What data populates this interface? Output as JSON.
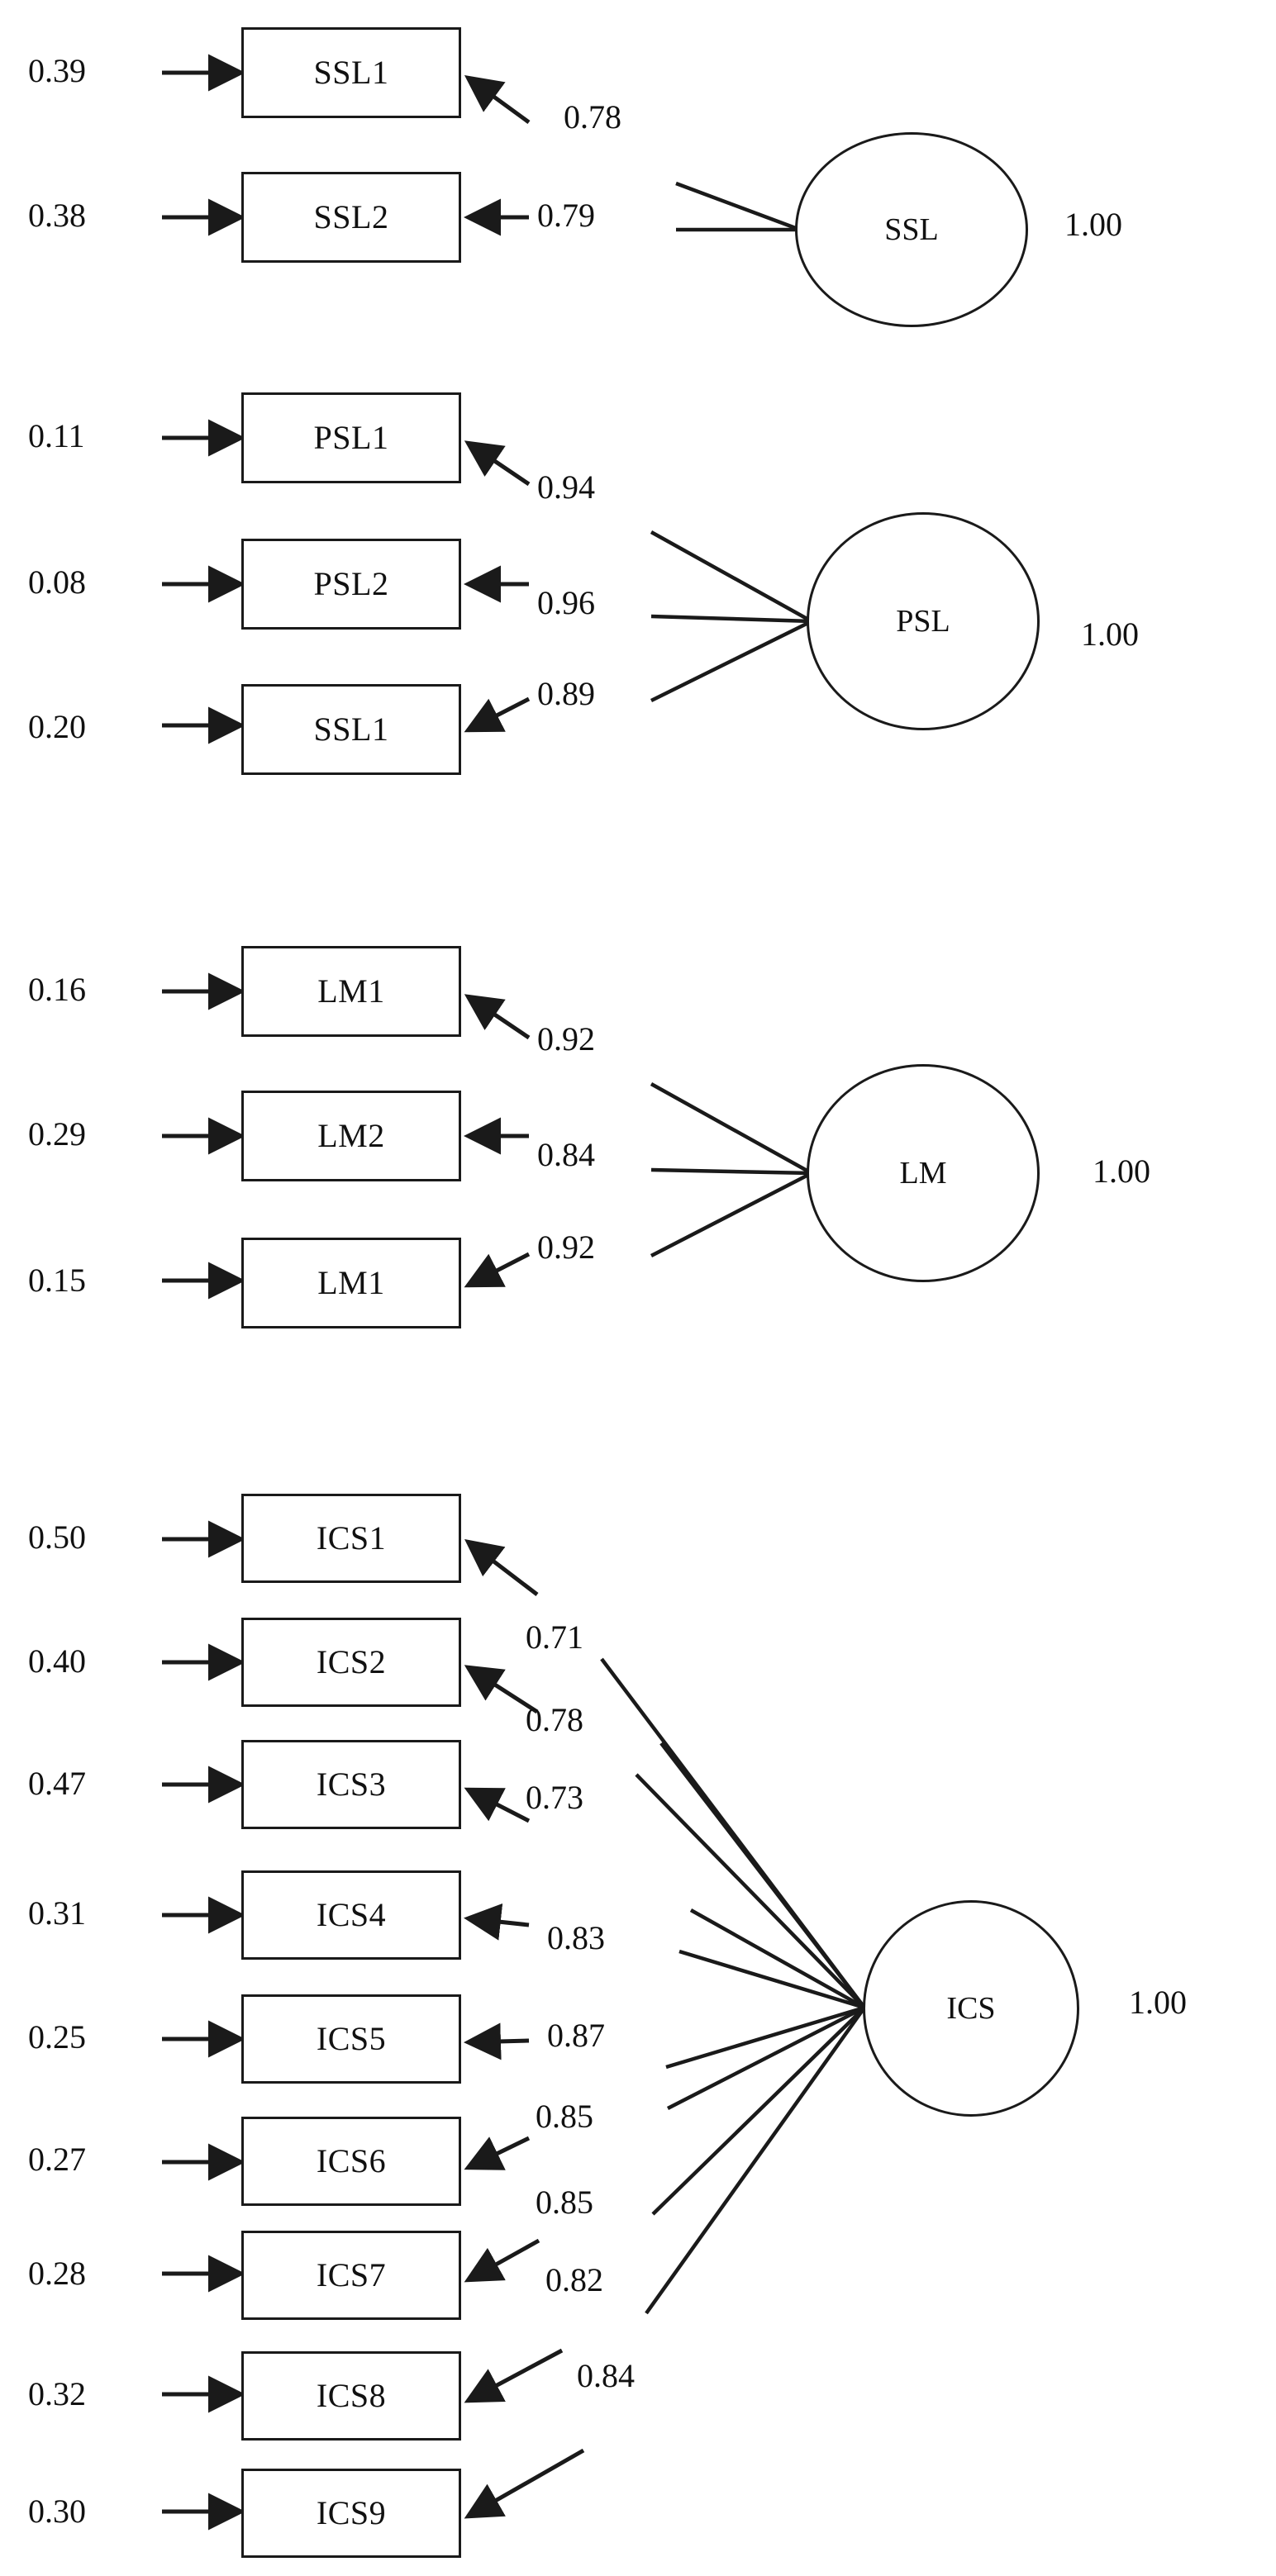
{
  "figure": {
    "type": "sem-path-diagram",
    "title": "",
    "background": "#ffffff",
    "stroke_color": "#1a1a1a"
  },
  "chart_data": {
    "type": "diagram",
    "title": "",
    "notation": {
      "rectangle": "observed indicator",
      "ellipse": "latent construct",
      "left_arrow_value": "residual variance",
      "right_arrow_value": "standardized factor loading",
      "value_right_of_ellipse": "factor variance"
    },
    "constructs": [
      {
        "name": "SSL",
        "variance": "1.00",
        "indicators": [
          {
            "label": "SSL1",
            "residual": "0.39",
            "loading": "0.78"
          },
          {
            "label": "SSL2",
            "residual": "0.38",
            "loading": "0.79"
          }
        ]
      },
      {
        "name": "PSL",
        "variance": "1.00",
        "indicators": [
          {
            "label": "PSL1",
            "residual": "0.11",
            "loading": "0.94"
          },
          {
            "label": "PSL2",
            "residual": "0.08",
            "loading": "0.96"
          },
          {
            "label": "SSL1",
            "residual": "0.20",
            "loading": "0.89"
          }
        ]
      },
      {
        "name": "LM",
        "variance": "1.00",
        "indicators": [
          {
            "label": "LM1",
            "residual": "0.16",
            "loading": "0.92"
          },
          {
            "label": "LM2",
            "residual": "0.29",
            "loading": "0.84"
          },
          {
            "label": "LM1",
            "residual": "0.15",
            "loading": "0.92"
          }
        ]
      },
      {
        "name": "ICS",
        "variance": "1.00",
        "indicators": [
          {
            "label": "ICS1",
            "residual": "0.50",
            "loading": "0.71"
          },
          {
            "label": "ICS2",
            "residual": "0.40",
            "loading": "0.78"
          },
          {
            "label": "ICS3",
            "residual": "0.47",
            "loading": "0.73"
          },
          {
            "label": "ICS4",
            "residual": "0.31",
            "loading": "0.83"
          },
          {
            "label": "ICS5",
            "residual": "0.25",
            "loading": "0.87"
          },
          {
            "label": "ICS6",
            "residual": "0.27",
            "loading": "0.85"
          },
          {
            "label": "ICS7",
            "residual": "0.28",
            "loading": "0.85"
          },
          {
            "label": "ICS8",
            "residual": "0.32",
            "loading": "0.82"
          },
          {
            "label": "ICS9",
            "residual": "0.30",
            "loading": "0.84"
          }
        ]
      }
    ]
  },
  "blocks": {
    "ssl": {
      "latent": "SSL",
      "variance": "1.00",
      "rows": [
        {
          "box": "SSL1",
          "residual": "0.39",
          "loading": "0.78"
        },
        {
          "box": "SSL2",
          "residual": "0.38",
          "loading": "0.79"
        }
      ]
    },
    "psl": {
      "latent": "PSL",
      "variance": "1.00",
      "rows": [
        {
          "box": "PSL1",
          "residual": "0.11",
          "loading": "0.94"
        },
        {
          "box": "PSL2",
          "residual": "0.08",
          "loading": "0.96"
        },
        {
          "box": "SSL1",
          "residual": "0.20",
          "loading": "0.89"
        }
      ]
    },
    "lm": {
      "latent": "LM",
      "variance": "1.00",
      "rows": [
        {
          "box": "LM1",
          "residual": "0.16",
          "loading": "0.92"
        },
        {
          "box": "LM2",
          "residual": "0.29",
          "loading": "0.84"
        },
        {
          "box": "LM1",
          "residual": "0.15",
          "loading": "0.92"
        }
      ]
    },
    "ics": {
      "latent": "ICS",
      "variance": "1.00",
      "rows": [
        {
          "box": "ICS1",
          "residual": "0.50",
          "loading": "0.71"
        },
        {
          "box": "ICS2",
          "residual": "0.40",
          "loading": "0.78"
        },
        {
          "box": "ICS3",
          "residual": "0.47",
          "loading": "0.73"
        },
        {
          "box": "ICS4",
          "residual": "0.31",
          "loading": "0.83"
        },
        {
          "box": "ICS5",
          "residual": "0.25",
          "loading": "0.87"
        },
        {
          "box": "ICS6",
          "residual": "0.27",
          "loading": "0.85"
        },
        {
          "box": "ICS7",
          "residual": "0.28",
          "loading": "0.85"
        },
        {
          "box": "ICS8",
          "residual": "0.32",
          "loading": "0.82"
        },
        {
          "box": "ICS9",
          "residual": "0.30",
          "loading": "0.84"
        }
      ]
    }
  }
}
